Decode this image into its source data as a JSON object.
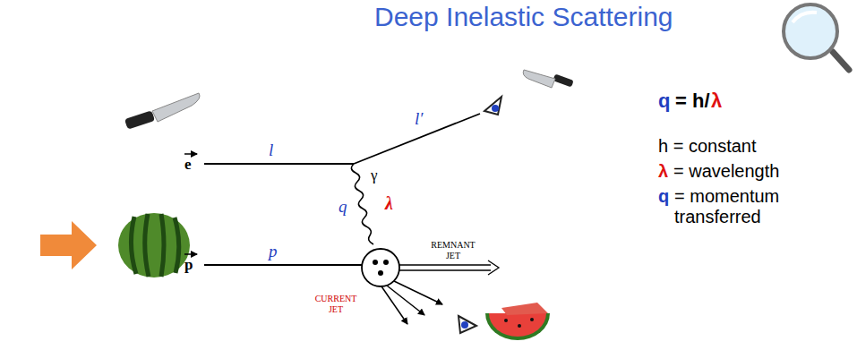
{
  "diagram": {
    "title": "Deep Inelastic Scattering",
    "labels": [
      "e",
      "p",
      "l",
      "l′",
      "γ",
      "q",
      "λ",
      "p",
      "REMNANT JET",
      "CURRENT JET",
      "q",
      "= h/",
      "λ",
      "h = constant",
      "λ",
      "= wavelength",
      "q",
      "= momentum transferred"
    ]
  }
}
